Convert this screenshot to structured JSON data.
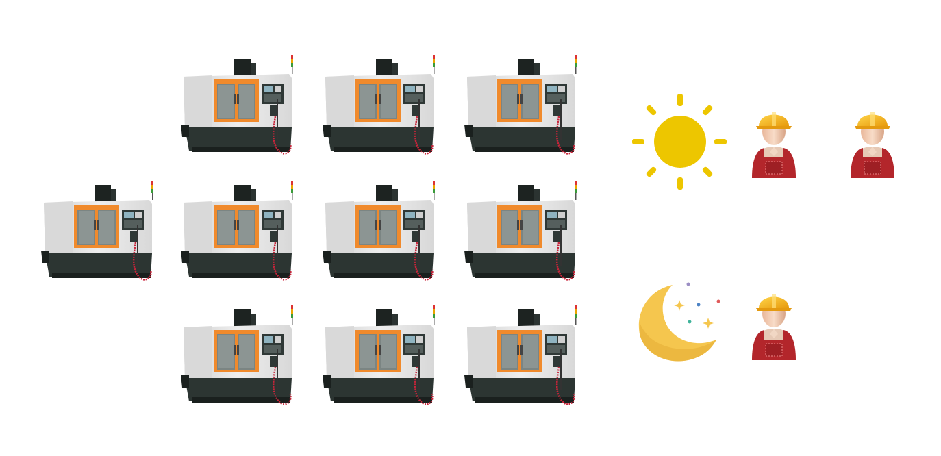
{
  "scene": {
    "day_shift": {
      "icon": "sun-icon",
      "workers": 2
    },
    "night_shift": {
      "icon": "moon-icon",
      "workers": 1
    },
    "machines": {
      "icon": "cnc-machine-icon",
      "count": 10,
      "rows": [
        3,
        4,
        3
      ]
    }
  },
  "colors": {
    "sun": "#EDC600",
    "moon": "#F5C64E",
    "machine_orange": "#F08A2C",
    "machine_body": "#E6E6E6",
    "machine_base": "#2C3532",
    "helmet": "#F5B21B",
    "overalls": "#B3262B"
  }
}
